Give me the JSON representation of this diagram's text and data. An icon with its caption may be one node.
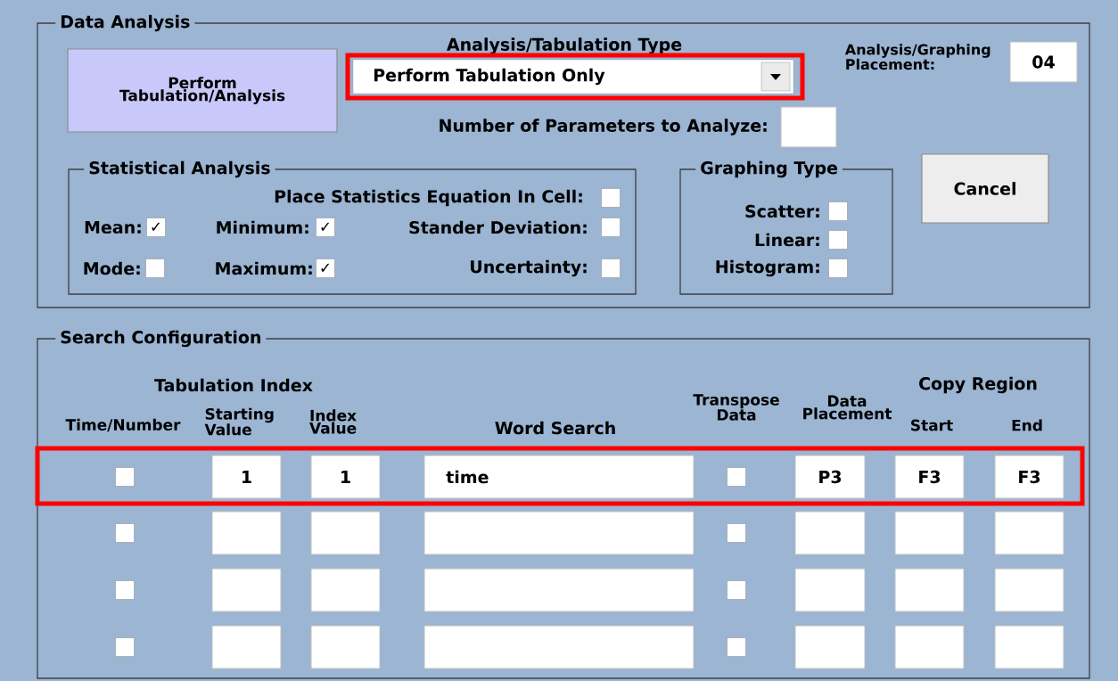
{
  "diagram": {
    "nodes": [
      {
        "text": [
          "Data Analysis"
        ]
      },
      {
        "text": [
          "Perform Tabulation/Analysis"
        ],
        "in": 0
      },
      {
        "text": [
          "Perform Tabulation Only"
        ],
        "in": 0,
        "beside": [
          "Analysis/Tabulation Type"
        ]
      },
      {
        "text": [
          "04"
        ],
        "in": 0,
        "beside": [
          "Analysis/Graphing Placement:"
        ]
      },
      {
        "text": [],
        "shape": "box",
        "in": 0,
        "beside": [
          "Number of Parameters to Analyze:"
        ]
      },
      {
        "text": [
          "Cancel"
        ],
        "in": 0
      },
      {
        "text": [
          "Statistical Analysis"
        ],
        "in": 0
      },
      {
        "text": [
          "Graphing Type"
        ],
        "in": 0
      },
      {
        "text": [],
        "shape": "box",
        "in": 6,
        "beside": [
          "Place Statistics Equation In Cell:"
        ]
      },
      {
        "text": [
          "✓"
        ],
        "in": 6,
        "beside": [
          "Mean:"
        ]
      },
      {
        "text": [
          "✓"
        ],
        "in": 6,
        "beside": [
          "Minimum:"
        ]
      },
      {
        "text": [],
        "shape": "box",
        "in": 6,
        "beside": [
          "Stander Deviation:"
        ]
      },
      {
        "text": [],
        "shape": "box",
        "in": 6,
        "beside": [
          "Mode:"
        ]
      },
      {
        "text": [
          "✓"
        ],
        "in": 6,
        "beside": [
          "Maximum:"
        ]
      },
      {
        "text": [],
        "shape": "box",
        "in": 6,
        "beside": [
          "Uncertainty:"
        ]
      },
      {
        "text": [],
        "shape": "box",
        "in": 7,
        "beside": [
          "Scatter:"
        ]
      },
      {
        "text": [],
        "shape": "box",
        "in": 7,
        "beside": [
          "Linear:"
        ]
      },
      {
        "text": [],
        "shape": "box",
        "in": 7,
        "beside": [
          "Histogram:"
        ]
      },
      {
        "text": [
          "Search Configuration"
        ]
      },
      {
        "text": [],
        "shape": "box",
        "in": 18
      },
      {
        "text": [
          "1"
        ],
        "in": 18
      },
      {
        "text": [
          "1"
        ],
        "in": 18
      },
      {
        "text": [
          "time"
        ],
        "in": 18
      },
      {
        "text": [],
        "shape": "box",
        "in": 18
      },
      {
        "text": [
          "P3"
        ],
        "in": 18
      },
      {
        "text": [
          "F3"
        ],
        "in": 18
      },
      {
        "text": [
          "F3"
        ],
        "in": 18
      },
      {
        "text": [],
        "shape": "box",
        "in": 18
      },
      {
        "text": [],
        "shape": "box",
        "in": 18
      },
      {
        "text": [],
        "shape": "box",
        "in": 18
      },
      {
        "text": [],
        "shape": "box",
        "in": 18
      },
      {
        "text": [],
        "shape": "box",
        "in": 18
      },
      {
        "text": [],
        "shape": "box",
        "in": 18
      },
      {
        "text": [],
        "shape": "box",
        "in": 18
      },
      {
        "text": [],
        "shape": "box",
        "in": 18
      },
      {
        "text": [],
        "shape": "box",
        "in": 18
      },
      {
        "text": [],
        "shape": "box",
        "in": 18
      },
      {
        "text": [],
        "shape": "box",
        "in": 18
      },
      {
        "text": [],
        "shape": "box",
        "in": 18
      },
      {
        "text": [],
        "shape": "box",
        "in": 18
      },
      {
        "text": [],
        "shape": "box",
        "in": 18
      },
      {
        "text": [],
        "shape": "box",
        "in": 18
      },
      {
        "text": [],
        "shape": "box",
        "in": 18
      },
      {
        "text": [],
        "shape": "box",
        "in": 18
      },
      {
        "text": [],
        "shape": "box",
        "in": 18
      },
      {
        "text": [],
        "shape": "box",
        "in": 18
      },
      {
        "text": [],
        "shape": "box",
        "in": 18
      },
      {
        "text": [],
        "shape": "box",
        "in": 18
      },
      {
        "text": [],
        "shape": "box",
        "in": 18
      },
      {
        "text": [],
        "shape": "box",
        "in": 18
      },
      {
        "text": [],
        "shape": "box",
        "in": 18
      }
    ],
    "labels": [
      "Tabulation Index",
      "Transpose Data",
      "Data Placement",
      "Copy Region",
      "Time/Number",
      "Starting Value",
      "Index Value",
      "Word Search",
      "Start",
      "End"
    ]
  }
}
